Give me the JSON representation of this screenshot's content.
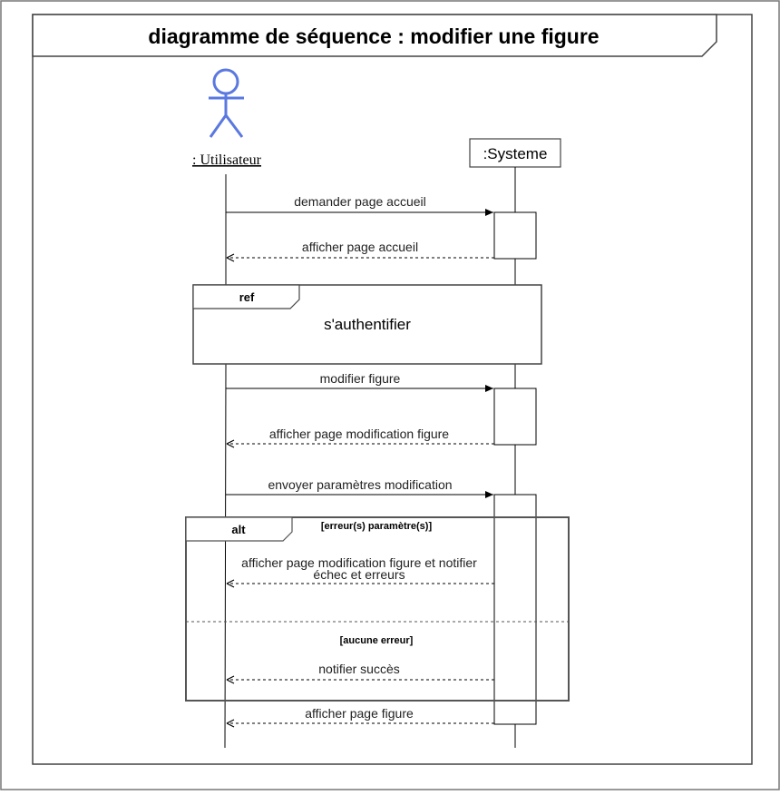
{
  "diagram": {
    "title": "diagramme de séquence : modifier une figure",
    "colors": {
      "actor": "#5a78e0",
      "line": "#000000",
      "frame": "#555555",
      "page_border": "#777777",
      "background": "#ffffff"
    },
    "actor": {
      "label": ": Utilisateur",
      "icon": "stick-figure-actor-icon"
    },
    "system": {
      "label": ":Systeme"
    },
    "messages": {
      "m1": "demander page accueil",
      "m2": "afficher page accueil",
      "m3": "modifier figure",
      "m4": "afficher page modification figure",
      "m5": "envoyer paramètres modification",
      "m6_line1": "afficher page modification figure et notifier",
      "m6_line2": "échec et erreurs",
      "m7": "notifier succès",
      "m8": "afficher page figure"
    },
    "ref_fragment": {
      "tag": "ref",
      "label": "s'authentifier"
    },
    "alt_fragment": {
      "tag": "alt",
      "guard1": "[erreur(s) paramètre(s)]",
      "guard2": "[aucune erreur]"
    }
  }
}
